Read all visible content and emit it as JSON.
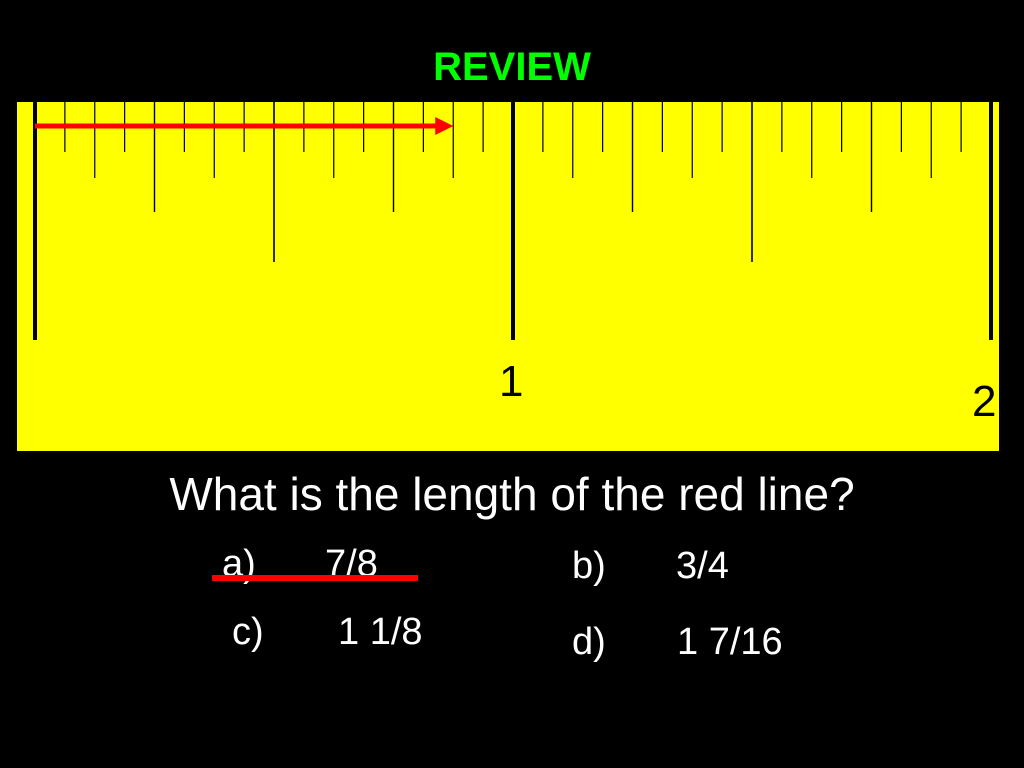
{
  "title": "REVIEW",
  "colors": {
    "background": "#000000",
    "title": "#00ff00",
    "ruler": "#ffff00",
    "marks": "#000000",
    "arrow": "#ff0000",
    "text": "#ffffff",
    "strike": "#ff0000"
  },
  "ruler": {
    "labels": [
      "1",
      "2"
    ],
    "divisions_per_inch": 16,
    "inches_shown": 2
  },
  "measured_line": {
    "start_inches": 0,
    "end_inches": 0.875
  },
  "question": "What is the length of the red line?",
  "choices": [
    {
      "letter": "a)",
      "value": "7/8",
      "crossed_out": true
    },
    {
      "letter": "b)",
      "value": "3/4",
      "crossed_out": false
    },
    {
      "letter": "c)",
      "value": "1 1/8",
      "crossed_out": false
    },
    {
      "letter": "d)",
      "value": "1 7/16",
      "crossed_out": false
    }
  ]
}
